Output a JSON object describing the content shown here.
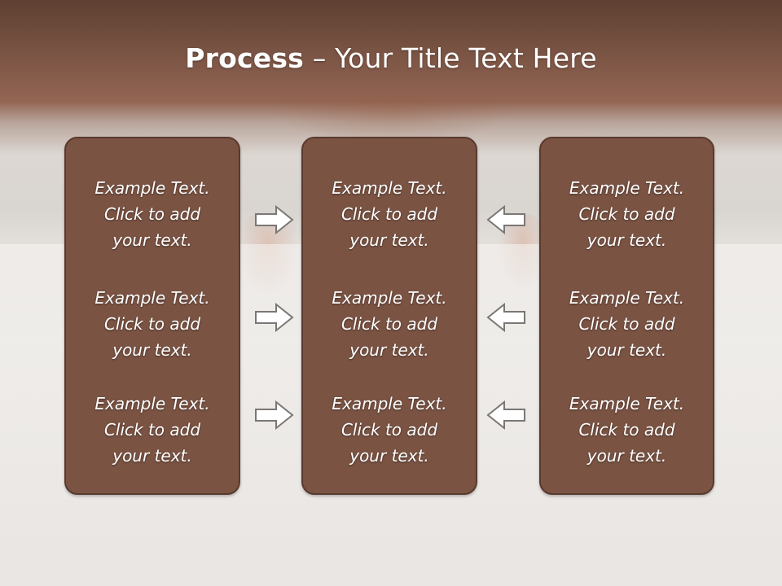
{
  "slide": {
    "title_bold": "Process",
    "title_rest": " – Your Title Text Here"
  },
  "columns": [
    {
      "items": [
        "Example Text.\nClick  to add\nyour text.",
        "Example Text.\nClick  to add\nyour text.",
        "Example Text.\nClick  to add\nyour text."
      ]
    },
    {
      "items": [
        "Example Text.\nClick  to add\nyour text.",
        "Example Text.\nClick  to add\nyour text.",
        "Example Text.\nClick  to add\nyour text."
      ]
    },
    {
      "items": [
        "Example Text.\nClick  to add\nyour text.",
        "Example Text.\nClick  to add\nyour text.",
        "Example Text.\nClick  to add\nyour text."
      ]
    }
  ],
  "arrows": {
    "left_side": [
      "arrow-right-icon",
      "arrow-right-icon",
      "arrow-right-icon"
    ],
    "right_side": [
      "arrow-left-icon",
      "arrow-left-icon",
      "arrow-left-icon"
    ]
  },
  "colors": {
    "header": "#7c5545",
    "box_fill": "#7a5343",
    "box_border": "#5a3a2e",
    "arrow_stroke": "#7a7775"
  }
}
